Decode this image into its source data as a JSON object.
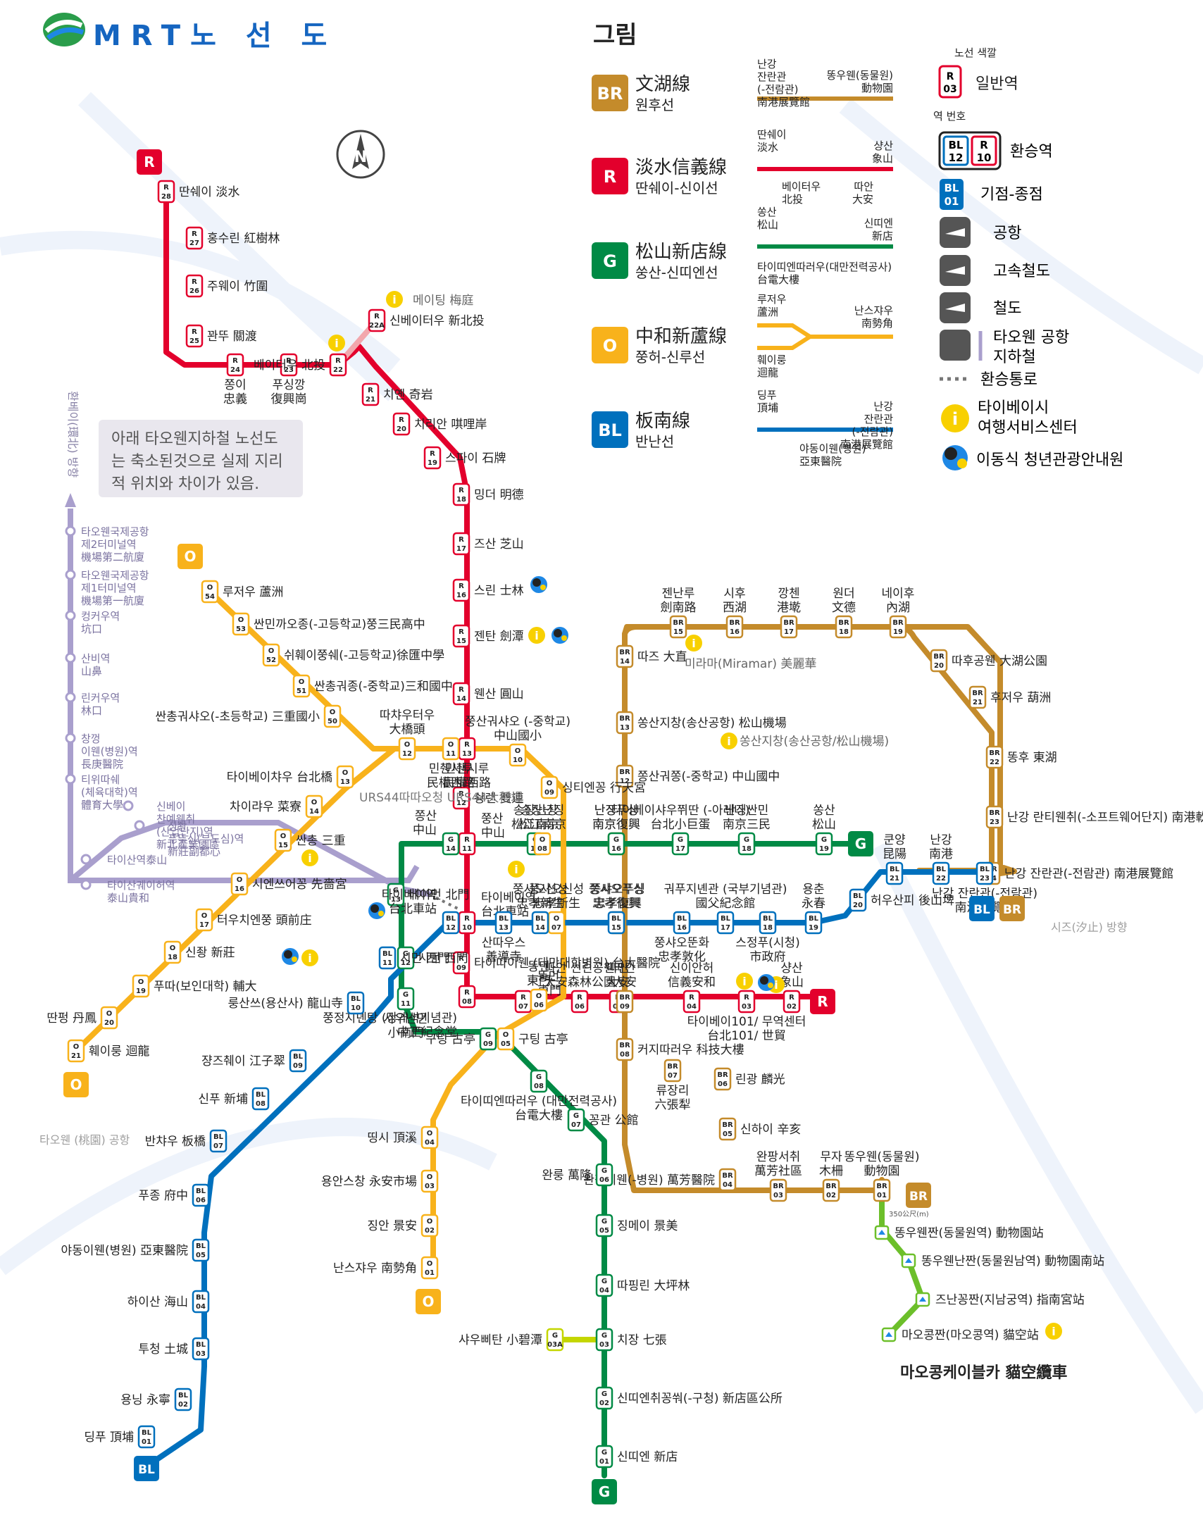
{
  "header": {
    "title": "MRT노 선 도",
    "legend_title": "그림"
  },
  "note": "아래 타오웬지하철 노선도는 축소된것으로 실제 지리적 위치와 차이가 있음.",
  "colors": {
    "BR": "#c48b2b",
    "R": "#e3002c",
    "G": "#008a45",
    "O": "#f8b21b",
    "BL": "#0070bd",
    "A": "#a99fcd",
    "Y": "#c4d600",
    "M": "#6cbf2a"
  },
  "legend": {
    "lines": [
      {
        "code": "BR",
        "zh": "文湖線",
        "ko": "원후선"
      },
      {
        "code": "R",
        "zh": "淡水信義線",
        "ko": "딴쉐이-신이선"
      },
      {
        "code": "G",
        "zh": "松山新店線",
        "ko": "쑹산-신띠엔선"
      },
      {
        "code": "O",
        "zh": "中和新蘆線",
        "ko": "쭝허-신루선"
      },
      {
        "code": "BL",
        "zh": "板南線",
        "ko": "반난선"
      }
    ],
    "br_left": "난강 잔란관 (-전람관) 南港展覽館",
    "br_right": "똥우웬(동물원) 動物園",
    "r_l1": "딴쉐이 淡水",
    "r_r1": "샹산 象山",
    "r_l2": "베이터우 北投",
    "r_r2": "따안 大安",
    "g_l1": "쏭산 松山",
    "g_r1": "신띠엔 新店",
    "g_b": "타이띠엔따러우(대만전력공사) 台電大樓",
    "o_l1": "루저우 蘆洲",
    "o_r1": "난스쟈우 南勢角",
    "o_l2": "훼이룽 迴龍",
    "bl_l1": "딩푸 頂埔",
    "bl_r1": "난강 잔란관 (-전람관) 南港展覽館",
    "bl_b": "야동이웬(병원) 亞東醫院",
    "color_label": "노선 색깔",
    "num_label": "역 번호",
    "normal": "일반역",
    "transfer": "환승역",
    "terminal": "기점-종점",
    "airport": "공항",
    "hsr": "고속철도",
    "rail": "철도",
    "airport_mrt": "타오웬 공항 지하철",
    "walkway": "환승통로",
    "info": "타이베이시 여행서비스센터",
    "youth": "이동식 청년관광안내원"
  },
  "stations": {
    "R28": "딴쉐이 淡水",
    "R27": "홍수린 紅樹林",
    "R26": "주웨이 竹圍",
    "R25": "꽌뚜 關渡",
    "R24": "쫑이 忠義",
    "R23": "푸싱깡 復興崗",
    "R22": "베이터우 北投",
    "R22A": "신베이터우 新北投",
    "R21": "치옌 奇岩",
    "R20": "치리안 唭哩岸",
    "R19": "스파이 石牌",
    "R18": "밍더 明德",
    "R17": "즈산 芝山",
    "R16": "스린 士林",
    "R15": "젠탄 劍潭",
    "R14": "웬산 圓山",
    "R13": "민췐시루 民權西路",
    "R12": "솽렌 雙連",
    "R11": "쭝산 中山",
    "R10": "타이베이역 台北車站",
    "R09": "타이따이웬 (대만대학병원) 台大醫院",
    "R08": "쭝정지녠탕 (장개석기념관) 中正紀念堂",
    "R07": "똥먼 東門",
    "R06": "따안 썬린공웬 大安森林公園",
    "R05": "따안 大安",
    "R04": "신이안허 信義安和",
    "R03": "타이베이101/ 무역센터 台北101/ 世貿",
    "R02": "샹산 象山",
    "BR15": "젠난루 劍南路",
    "BR16": "시후 西湖",
    "BR17": "깡첸 港墘",
    "BR18": "원더 文德",
    "BR19": "네이후 內湖",
    "BR20": "따후공웬 大湖公園",
    "BR21": "후저우 葫洲",
    "BR22": "똥후 東湖",
    "BR23": "난강 란티웬취(-소프트웨어단지) 南港軟體園區",
    "BR24": "난강 잔란관(-전람관) 南港展覽館",
    "BR14": "따즈 大直",
    "BR13": "쏭산지창(송산공항) 松山機場",
    "BR12": "쫑산궈쫑(-중학교) 中山國中",
    "BR11": "난징푸싱 南京復興",
    "BR10": "쫑샤오푸싱 忠孝復興",
    "BR09": "따안 大安",
    "BR08": "커지따러우 科技大樓",
    "BR07": "류장리 六張犁",
    "BR06": "린광 麟光",
    "BR05": "신하이 辛亥",
    "BR04": "완팡이웬(-병원) 萬芳醫院",
    "BR03": "완팡서취 萬芳社區",
    "BR02": "무자 木柵",
    "BR01": "똥우웬(동물원) 動物園",
    "G19": "쏭산 松山",
    "G18": "난징싼민 南京三民",
    "G17": "타이베이샤우쮜딴 (-아레나) 台北小巨蛋",
    "G16": "난징푸싱 南京復興",
    "G15": "송장난징 松江南京",
    "G14": "쫑산 中山",
    "G13": "베이먼 北門",
    "G12": "시먼 西門",
    "G11": "샤우난먼 小南門",
    "G09": "구팅 古亭",
    "G08": "타이띠엔따러우 (대만전력공사) 台電大樓",
    "G07": "꽁관 公館",
    "G06": "완룽 萬隆",
    "G05": "징메이 景美",
    "G04": "따핑린 大坪林",
    "G03": "치장 七張",
    "G03A": "샤우삐탄 小碧潭",
    "G02": "신띠엔취꽁쒀(-구청) 新店區公所",
    "G01": "신띠엔 新店",
    "O54": "루저우 蘆洲",
    "O53": "싼민까오종(-고등학교)쭝三民高中",
    "O52": "쉬훼이쭝쉐(-고등학교)徐匯中學",
    "O51": "싼총궈종(-중학교)三和國中",
    "O50": "싼총궈샤오(-초등학교) 三重國小",
    "O12": "따챠우터우 大橋頭",
    "O11": "민췐시루 民權西路",
    "O10": "쭝산궈샤오 (-중학교) 中山國小",
    "O09": "싱티엔꽁 行天宮",
    "O08": "송장난징 松江南京",
    "O07": "쭝샤오신성 忠孝新生",
    "O06": "똥먼 東門",
    "O05": "구팅 古亭",
    "O04": "띵시 頂溪",
    "O03": "용안스창 永安市場",
    "O02": "징안 景安",
    "O01": "난스쟈우 南勢角",
    "O13": "타이베이챠우 台北橋",
    "O14": "차이랴우 菜寮",
    "O15": "싼총 三重",
    "O16": "시엔쓰어꽁 先嗇宮",
    "O17": "터우치엔쭝 頭前庄",
    "O18": "신좡 新莊",
    "O19": "푸따(보인대학) 輔大",
    "O20": "딴펑 丹鳳",
    "O21": "훼이룽 迴龍",
    "BL23": "난강 잔란관(-전람관) 南港展覽館",
    "BL22": "난강 南港",
    "BL21": "쿤양 昆陽",
    "BL20": "허우산피 後山埤",
    "BL19": "용춘 永春",
    "BL18": "스정푸(시청) 市政府",
    "BL17": "궈푸지녠관 (국부기념관) 國父紀念館",
    "BL16": "쭝샤오뚠화 忠孝敦化",
    "BL15": "쭝샤오푸싱 忠孝復興",
    "BL14": "쭝샤오신성 忠孝新生",
    "BL13": "산따우스 善導寺",
    "BL12": "타이베이역 台北車站",
    "BL11": "시먼 西門",
    "BL10": "룽산쓰(용산사) 龍山寺",
    "BL09": "쟝즈췌이 江子翠",
    "BL08": "신푸 新埔",
    "BL07": "반챠우 板橋",
    "BL06": "푸종 府中",
    "BL05": "야동이웬(병원) 亞東醫院",
    "BL04": "하이산 海山",
    "BL03": "투청 土城",
    "BL02": "용닝 永寧",
    "BL01": "딩푸 頂埔",
    "MK1": "똥우웬짠(동물원역) 動物園站",
    "MK2": "똥우웬난짠(동물원남역) 動物園南站",
    "MK3": "즈난꽁짠(지남궁역) 指南宮站",
    "MK4": "마오콩짠(마오콩역) 貓空站"
  },
  "maokong_label": "마오콩케이블카 貓空纜車",
  "maokong_dist": "350公尺(m)",
  "airport_mrt_stations": [
    "타오웬국제공항 제2터미널역 機場第二航廈",
    "타오웬국제공항 제1터미널역 機場第一航廈",
    "컹커우역 坑口",
    "산비역 山鼻",
    "린커우역 林口",
    "창껑 이웬(병원)역 長庚醫院",
    "티위따쉐 (체육대학)역 體育大學",
    "신베이 찬예웬취 (산업단지)역 新北產業園區",
    "신좡 푸뚜신(부도심)역 新莊副都心",
    "타이산역泰山",
    "타이산궤이허역 泰山貴和"
  ],
  "misc": {
    "huanbei": "환베이(環北) 방향",
    "taoyuan_airport": "타오웬 (桃園) 공항",
    "xizhi": "시즈(汐止) 방향",
    "meiting": "메이팅 梅庭",
    "miramar": "미라마(Miramar) 美麗華",
    "songshan_airport": "쏭산지창(송산공항/松山機場)",
    "urs": "URS44따따오청 URS44大稻埕"
  },
  "terminals": {
    "R": "R",
    "G": "G",
    "O": "O",
    "BL": "BL",
    "BR": "BR"
  }
}
